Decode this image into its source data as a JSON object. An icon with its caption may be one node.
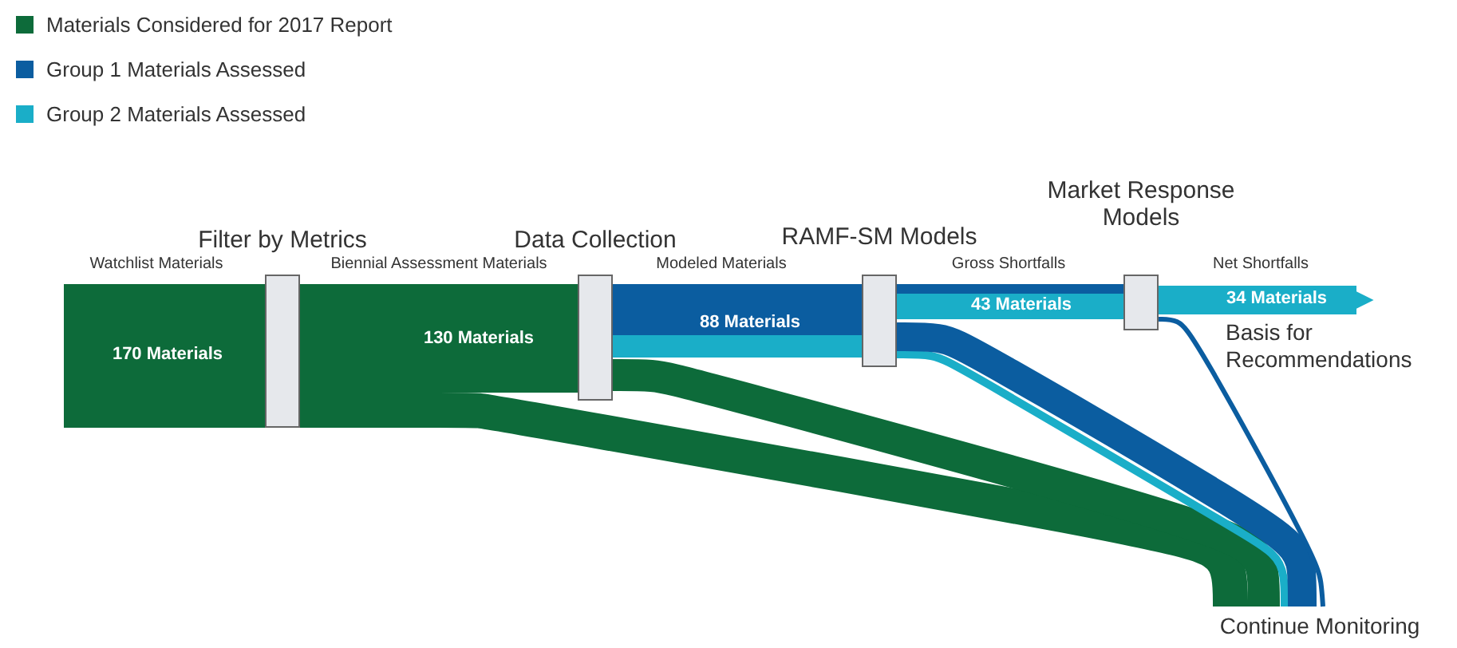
{
  "diagram": {
    "nodes": [
      {
        "text": [
          "Filter by Metrics"
        ]
      },
      {
        "text": [
          "Data Collection"
        ]
      },
      {
        "text": [
          "RAMF-SM Models"
        ]
      },
      {
        "text": [
          "Market Response Models"
        ]
      },
      {
        "text": [
          "Continue Monitoring"
        ]
      },
      {
        "text": [
          "Basis for Recommendations"
        ]
      }
    ],
    "edges": [
      {
        "from": null,
        "to": 0,
        "arrow": "none",
        "label": "170 Materials",
        "style": "thick",
        "color": "#0d6b3a"
      },
      {
        "from": 0,
        "to": 1,
        "arrow": "none",
        "label": "130 Materials",
        "style": "thick",
        "color": "#0d6b3a"
      },
      {
        "from": 0,
        "to": 4,
        "arrow": "none",
        "color": "#0d6b3a"
      },
      {
        "from": 1,
        "to": 2,
        "arrow": "none",
        "label": "88 Materials",
        "color": "#0b5da0"
      },
      {
        "from": 1,
        "to": 2,
        "arrow": "none",
        "color": "#1aaec8"
      },
      {
        "from": 1,
        "to": 4,
        "arrow": "none",
        "color": "#0d6b3a"
      },
      {
        "from": 2,
        "to": 3,
        "arrow": "none",
        "color": "#0b5da0"
      },
      {
        "from": 2,
        "to": 3,
        "arrow": "none",
        "label": "43 Materials",
        "color": "#1aaec8"
      },
      {
        "from": 2,
        "to": 4,
        "arrow": "none",
        "color": "#1aaec8"
      },
      {
        "from": 2,
        "to": 4,
        "arrow": "none",
        "color": "#0b5da0"
      },
      {
        "from": 3,
        "to": 5,
        "arrow": "to",
        "label": "34 Materials",
        "color": "#1aaec8"
      },
      {
        "from": 3,
        "to": 4,
        "arrow": "none",
        "color": "#0b5da0"
      }
    ],
    "labels": [
      "Watchlist Materials",
      "Biennial Assessment Materials",
      "Modeled Materials",
      "Gross Shortfalls",
      "Net Shortfalls"
    ],
    "legend": [
      {
        "text": "Materials Considered for 2017 Report",
        "color": "#0d6b3a"
      },
      {
        "text": "Group 1 Materials Assessed",
        "color": "#0b5da0"
      },
      {
        "text": "Group 2 Materials Assessed",
        "color": "#1aaec8"
      }
    ]
  }
}
